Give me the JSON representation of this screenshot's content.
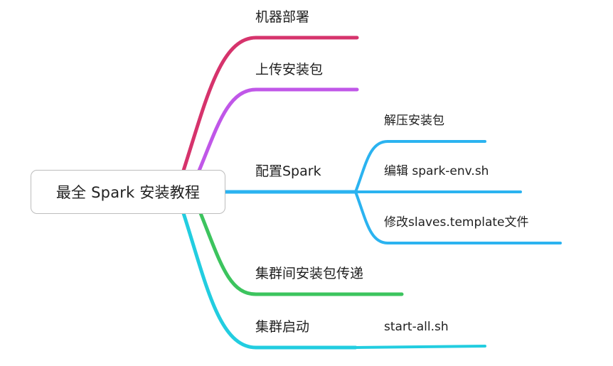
{
  "root": {
    "label": "最全 Spark 安装教程"
  },
  "branches": [
    {
      "label": "机器部署",
      "color": "#d6336c",
      "children": []
    },
    {
      "label": "上传安装包",
      "color": "#c057e8",
      "children": []
    },
    {
      "label": "配置Spark",
      "color": "#2bb3f0",
      "children": [
        {
          "label": "解压安装包"
        },
        {
          "label": "编辑 spark-env.sh"
        },
        {
          "label": "修改slaves.template文件"
        }
      ]
    },
    {
      "label": "集群间安装包传递",
      "color": "#3cc45e",
      "children": []
    },
    {
      "label": "集群启动",
      "color": "#22cde0",
      "children": [
        {
          "label": "start-all.sh"
        }
      ]
    }
  ]
}
